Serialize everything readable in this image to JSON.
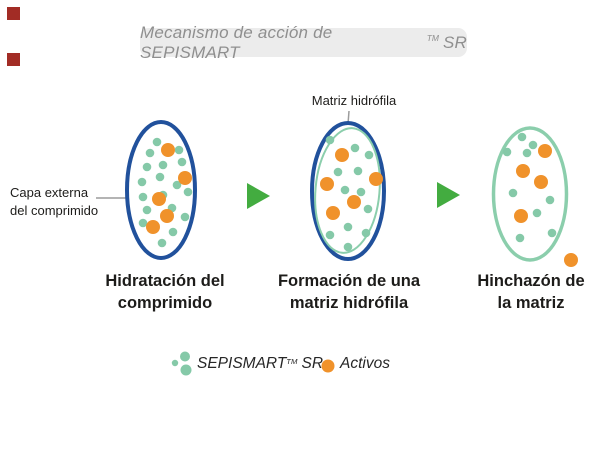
{
  "title": {
    "prefix": "Mecanismo de acción de SEPISMART",
    "tm": "TM",
    "suffix": "SR"
  },
  "callouts": {
    "capa_line1": "Capa externa",
    "capa_line2": "del comprimido",
    "matriz": "Matriz hidrófila"
  },
  "stages": [
    {
      "line1": "Hidratación del",
      "line2": "comprimido"
    },
    {
      "line1": "Formación de una",
      "line2": "matriz hidrófila"
    },
    {
      "line1": "Hinchazón de",
      "line2": "la matriz"
    }
  ],
  "legend": {
    "brand": "SEPISMART",
    "tm": "TM",
    "sr": "SR",
    "actives": "Activos"
  },
  "colors": {
    "navy": "#21519c",
    "teal": "#85c9a8",
    "teal_stroke": "#8bceac",
    "orange": "#f0922b",
    "arrow_green": "#43ac40",
    "title_bg": "#ececec",
    "title_text": "#8f8f8f",
    "text": "#1d1c1a",
    "connector": "#9b9b9b",
    "marker_red": "#a22c25"
  },
  "figure": {
    "teal_radius": 4.3,
    "orange_radius": 7,
    "stage_dots": [
      {
        "teal": [
          [
            157,
            142
          ],
          [
            150,
            153
          ],
          [
            179,
            150
          ],
          [
            147,
            167
          ],
          [
            163,
            165
          ],
          [
            182,
            162
          ],
          [
            142,
            182
          ],
          [
            160,
            177
          ],
          [
            177,
            185
          ],
          [
            143,
            197
          ],
          [
            163,
            195
          ],
          [
            188,
            192
          ],
          [
            147,
            210
          ],
          [
            172,
            208
          ],
          [
            185,
            217
          ],
          [
            143,
            223
          ],
          [
            173,
            232
          ],
          [
            162,
            243
          ]
        ],
        "orange": [
          [
            168,
            150
          ],
          [
            185,
            178
          ],
          [
            159,
            199
          ],
          [
            167,
            216
          ],
          [
            153,
            227
          ]
        ]
      },
      {
        "teal": [
          [
            330,
            140
          ],
          [
            355,
            148
          ],
          [
            369,
            155
          ],
          [
            338,
            172
          ],
          [
            358,
            171
          ],
          [
            345,
            190
          ],
          [
            361,
            192
          ],
          [
            368,
            209
          ],
          [
            348,
            227
          ],
          [
            330,
            235
          ],
          [
            366,
            233
          ],
          [
            348,
            247
          ]
        ],
        "orange": [
          [
            342,
            155
          ],
          [
            376,
            179
          ],
          [
            327,
            184
          ],
          [
            354,
            202
          ],
          [
            333,
            213
          ]
        ]
      },
      {
        "teal": [
          [
            522,
            137
          ],
          [
            533,
            145
          ],
          [
            507,
            152
          ],
          [
            527,
            153
          ],
          [
            513,
            193
          ],
          [
            550,
            200
          ],
          [
            537,
            213
          ],
          [
            552,
            233
          ],
          [
            520,
            238
          ]
        ],
        "orange": [
          [
            545,
            151
          ],
          [
            523,
            171
          ],
          [
            541,
            182
          ],
          [
            521,
            216
          ],
          [
            571,
            260
          ]
        ]
      }
    ],
    "legend_dots": {
      "teal": [
        [
          175,
          363,
          3.2
        ],
        [
          185,
          356.5,
          5
        ],
        [
          186,
          370,
          5.5
        ]
      ],
      "orange": [
        328,
        366,
        6.5
      ]
    }
  }
}
